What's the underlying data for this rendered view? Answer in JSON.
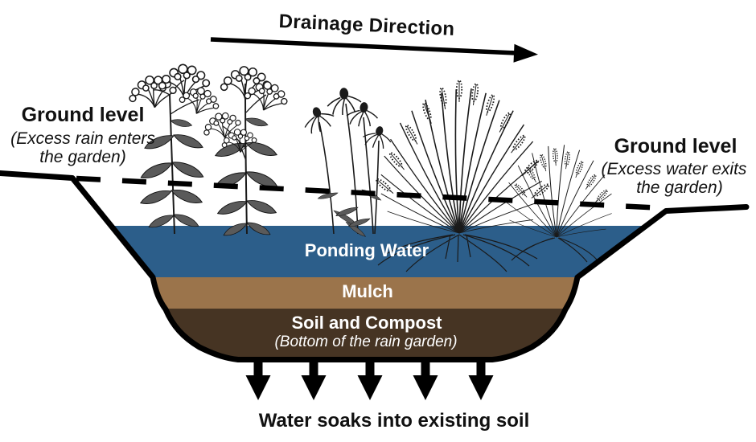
{
  "title": "Drainage Direction",
  "ground_level_left": {
    "heading": "Ground level",
    "note_line1": "(Excess rain enters",
    "note_line2": "the garden)"
  },
  "ground_level_right": {
    "heading": "Ground level",
    "note_line1": "(Excess water exits",
    "note_line2": "the garden)"
  },
  "layers": {
    "ponding_water": {
      "label": "Ponding Water",
      "color": "#2C5E8A"
    },
    "mulch": {
      "label": "Mulch",
      "color": "#9B744B"
    },
    "soil_compost": {
      "label": "Soil and Compost",
      "note": "(Bottom of the rain garden)",
      "color": "#463423"
    }
  },
  "bottom_caption": "Water soaks into existing soil",
  "arrows": {
    "drainage_count": 1,
    "seepage_count": 5,
    "color": "#000000"
  },
  "illustrations": {
    "plants": [
      "milkweed-flowering-forb",
      "milkweed-flowering-forb",
      "coneflower-group",
      "large-grass-clump",
      "small-grass-clump"
    ]
  }
}
